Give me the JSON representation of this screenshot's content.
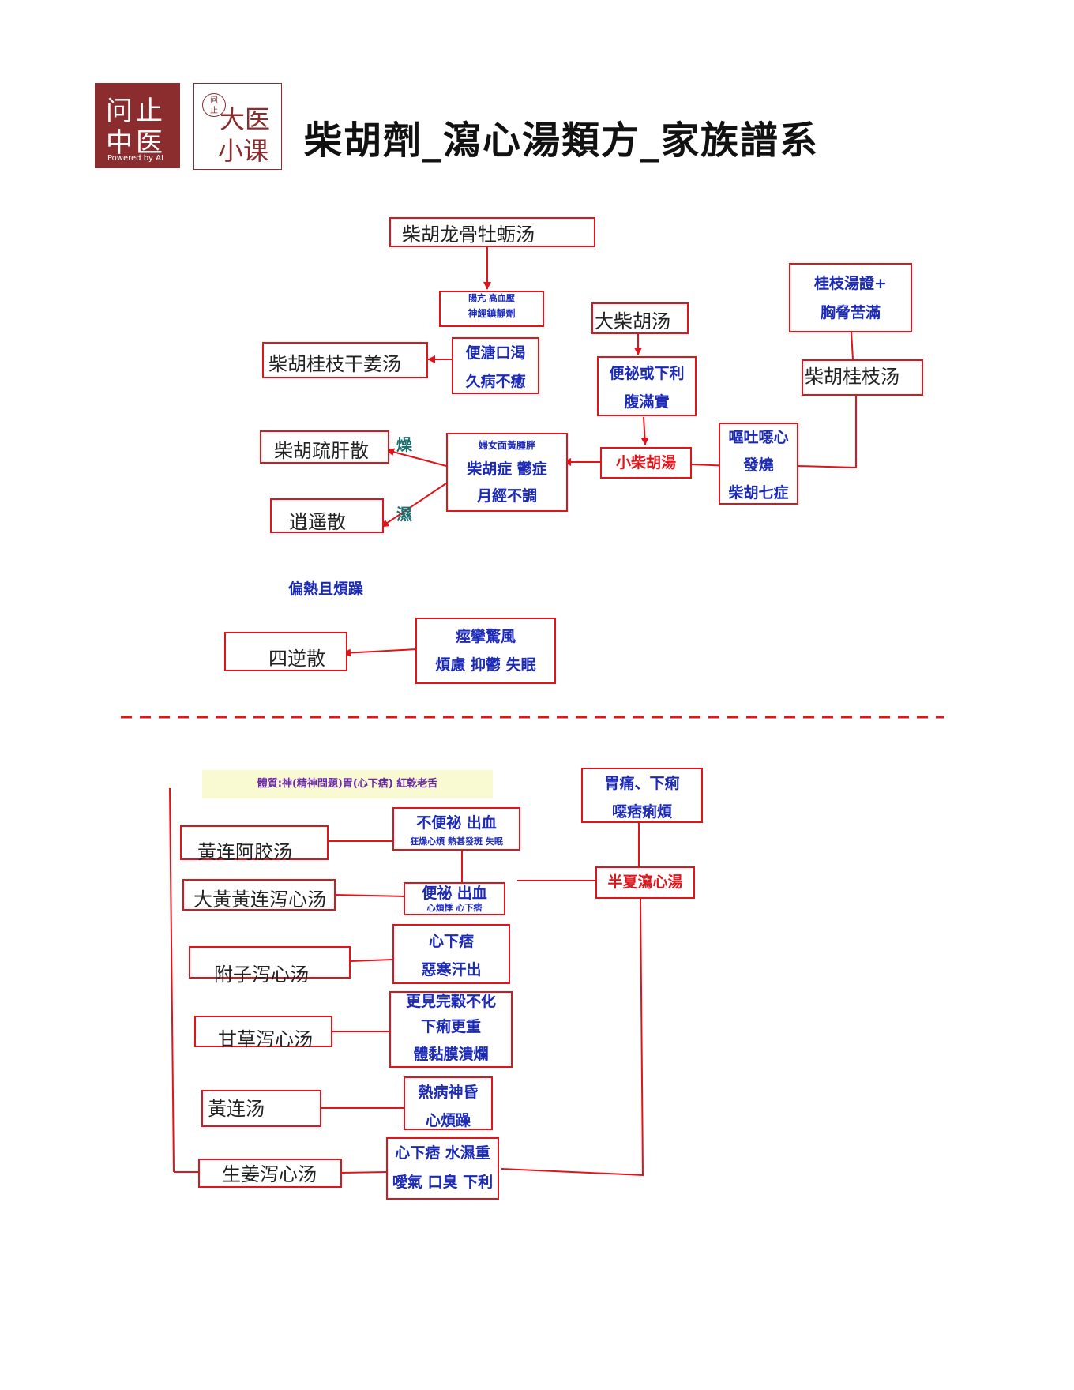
{
  "header": {
    "logo_main": [
      "问止",
      "中医"
    ],
    "logo_powered": "Powered by AI",
    "logo_seal": [
      "问",
      "止"
    ],
    "logo_course": [
      "大医",
      "小课"
    ],
    "title": "柴胡劑_瀉心湯類方_家族譜系"
  },
  "upper": {
    "longgu": "柴胡龙骨牡蛎汤",
    "longgu_note": [
      "陽亢 高血壓",
      "神經鎮靜劑"
    ],
    "guizhi_ganjiang": "柴胡桂枝干姜汤",
    "ganjiang_note": [
      "便溏口渴",
      "久病不癒"
    ],
    "da_chaihu": "大柴胡汤",
    "da_note": [
      "便祕或下利",
      "腹滿實"
    ],
    "guizhi_combo": [
      "桂枝湯證+",
      "胸脅苦滿"
    ],
    "chaihu_guizhi": "柴胡桂枝汤",
    "ouyu": [
      "嘔吐噁心",
      "發燒",
      "柴胡七症"
    ],
    "xiao_chaihu": "小柴胡湯",
    "women_note": [
      "婦女面黃腫胖",
      "柴胡症 鬱症",
      "月經不調"
    ],
    "shugan": "柴胡疏肝散",
    "xiaoyao": "逍遥散",
    "dry": "燥",
    "wet": "濕",
    "pianre": "偏熱且煩躁",
    "sini": "四逆散",
    "sini_note": [
      "痙攣驚風",
      "煩慮 抑鬱 失眠"
    ]
  },
  "lower": {
    "constitution": "體質:神(精神問題)胃(心下痞) 紅乾老舌",
    "banxia_note": [
      "胃痛、下痢",
      "噁痞痢煩"
    ],
    "banxia": "半夏瀉心湯",
    "ejiao": "黃连阿胶汤",
    "ejiao_note": [
      "不便祕  出血",
      "狂燥心煩 熱甚發斑 失眠"
    ],
    "dahuang": "大黃黃连泻心汤",
    "dahuang_note": [
      "便祕 出血",
      "心煩悸 心下痞"
    ],
    "fuzi": "附子泻心汤",
    "fuzi_note": [
      "心下痞",
      "惡寒汗出"
    ],
    "gancao": "甘草泻心汤",
    "gancao_note": [
      "更見完穀不化",
      "下痢更重",
      "體黏膜潰爛"
    ],
    "huanglian": "黃连汤",
    "huanglian_note": [
      "熱病神昏",
      "心煩躁"
    ],
    "shengjiang": "生姜泻心汤",
    "shengjiang_note": [
      "心下痞 水濕重",
      "噯氣 口臭 下利"
    ]
  },
  "colors": {
    "line": "#e0141b",
    "text_blue": "#1c2ab8",
    "brand": "#8b2c2f",
    "mark": "#1e6e6e",
    "note_bg": "#fafad2"
  }
}
